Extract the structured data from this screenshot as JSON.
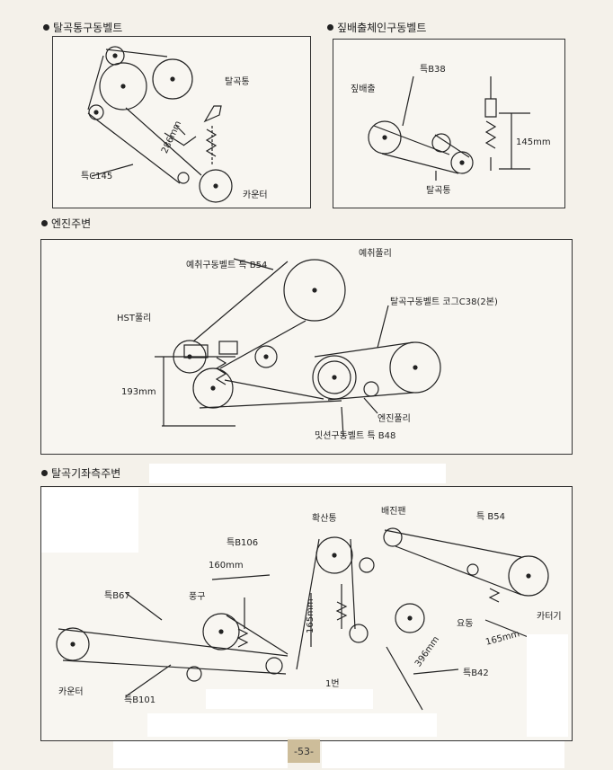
{
  "sections": {
    "thresher_drum": {
      "title": "탈곡통구동벨트",
      "labels": {
        "drum": "탈곡통",
        "belt": "특C145",
        "dimension": "286mm",
        "counter": "카운터"
      }
    },
    "straw_discharge": {
      "title": "짚배출체인구동벨트",
      "labels": {
        "straw": "짚배출",
        "belt": "특B38",
        "dimension": "145mm",
        "drum": "탈곡통"
      }
    },
    "engine": {
      "title": "엔진주변",
      "labels": {
        "precleaner_belt": "예취구동벨트 특 B54",
        "precleaner_pulley": "예취풀리",
        "thresher_belt": "탈곡구동벨트 코그C38(2본)",
        "hst_pulley": "HST풀리",
        "dimension": "193mm",
        "engine_pulley": "엔진풀리",
        "mission_belt": "밋션구동벨트 특 B48"
      }
    },
    "thresher_frame": {
      "title": "탈곡기좌측주변",
      "labels": {
        "diffuser": "확산통",
        "exhaust_fan": "배진팬",
        "b54": "특 B54",
        "b106": "특B106",
        "dim_160": "160mm",
        "b67": "특B67",
        "fan": "풍구",
        "dim_165_v": "165mm",
        "yodong": "요동",
        "cutter": "카터기",
        "dim_165_h": "165mm",
        "dim_396": "396mm",
        "b42": "특B42",
        "counter": "카운터",
        "b101": "특B101",
        "no1": "1번"
      }
    }
  },
  "page_number": "-53-"
}
